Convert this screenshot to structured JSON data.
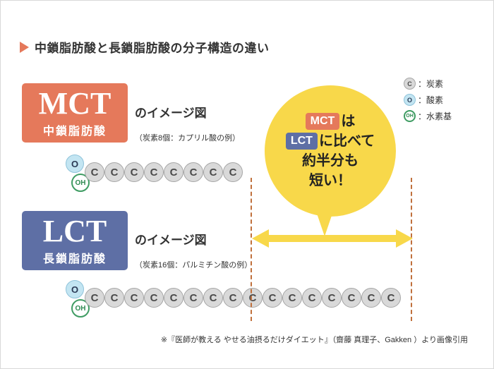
{
  "title": {
    "text": "中鎖脂肪酸と長鎖脂肪酸の分子構造の違い"
  },
  "legend": {
    "items": [
      {
        "symbol": "C",
        "label": "：炭素",
        "type": "carbon"
      },
      {
        "symbol": "O",
        "label": "：酸素",
        "type": "oxygen"
      },
      {
        "symbol": "OH",
        "label": "：水素基",
        "type": "hydroxyl"
      }
    ]
  },
  "mct": {
    "abbr": "MCT",
    "name": "中鎖脂肪酸",
    "caption": "のイメージ図",
    "note": "（炭素8個：カプリル酸の例）",
    "carbon_count": 8
  },
  "lct": {
    "abbr": "LCT",
    "name": "長鎖脂肪酸",
    "caption": "のイメージ図",
    "note": "（炭素16個：パルミチン酸の例）",
    "carbon_count": 16
  },
  "molecule": {
    "carbon": "C",
    "oxygen": "O",
    "hydroxyl": "OH"
  },
  "bubble": {
    "mct_label": "MCT",
    "after_mct": "は",
    "lct_label": "LCT",
    "after_lct": "に比べて",
    "line3": "約半分も",
    "line4": "短い！"
  },
  "citation": {
    "text": "※『医師が教える やせる油摂るだけダイエット』（齋藤 真理子、Gakken ）より画像引用"
  },
  "colors": {
    "mct_box": "#E5795B",
    "lct_box": "#5E6FA5",
    "bubble_yellow": "#F8D84A",
    "carbon_fill": "#D9D9D9",
    "oxygen_fill": "#C3E5F2",
    "hydroxyl_border": "#3F9C63",
    "dashed_line": "#C0703C"
  }
}
